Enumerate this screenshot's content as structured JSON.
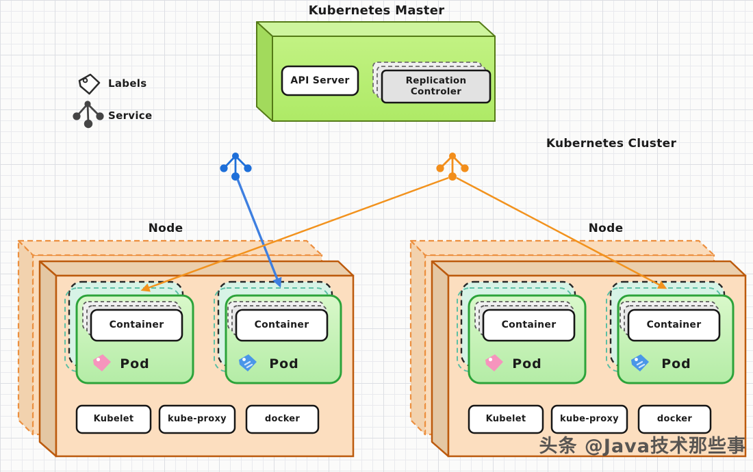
{
  "master": {
    "title": "Kubernetes Master",
    "api_server_label": "API Server",
    "replication_controller_label": "Replication Controler"
  },
  "cluster_label": "Kubernetes Cluster",
  "legend": {
    "labels_label": "Labels",
    "service_label": "Service"
  },
  "nodes": [
    {
      "label": "Node",
      "pods": [
        {
          "container_label": "Container",
          "pod_label": "Pod",
          "tag_icon": "pink-tag-icon"
        },
        {
          "container_label": "Container",
          "pod_label": "Pod",
          "tag_icon": "blue-tag-icon"
        }
      ],
      "daemons": [
        "Kubelet",
        "kube-proxy",
        "docker"
      ]
    },
    {
      "label": "Node",
      "pods": [
        {
          "container_label": "Container",
          "pod_label": "Pod",
          "tag_icon": "pink-tag-icon"
        },
        {
          "container_label": "Container",
          "pod_label": "Pod",
          "tag_icon": "blue-tag-icon"
        }
      ],
      "daemons": [
        "Kubelet",
        "kube-proxy",
        "docker"
      ]
    }
  ],
  "watermark": "头条 @Java技术那些事",
  "icons": {
    "legend_tag": "tag-icon",
    "legend_service": "service-tree-icon",
    "service_blue": "service-tree-icon-blue",
    "service_orange": "service-tree-icon-orange"
  },
  "colors": {
    "master_green_front": "#b6ee73",
    "master_green_top": "#cef59e",
    "master_green_side": "#a2da5c",
    "node_peach_front": "#fcdebf",
    "node_peach_side": "#ebcfad",
    "node_border": "#bc5a0d",
    "node_dashed_border": "#ec8f3f",
    "pod_green": "#c8f1b8",
    "pod_border": "#2ca33a",
    "pod_teal_back": "#d7f3e6",
    "service_blue": "#1e6fd9",
    "service_orange": "#f28e1b",
    "tag_pink": "#f694bd",
    "tag_blue": "#4a96e8"
  }
}
